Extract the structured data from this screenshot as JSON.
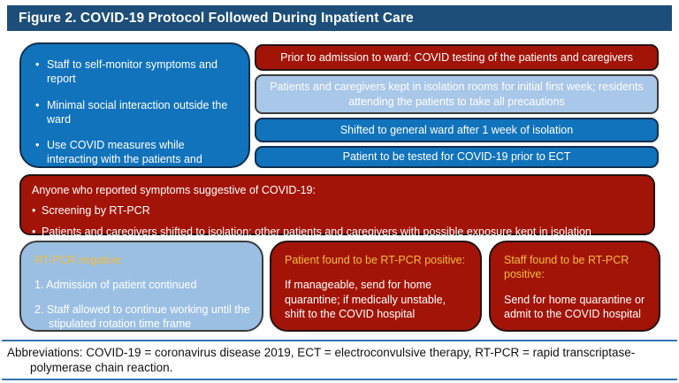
{
  "header": {
    "title": "Figure 2. COVID-19 Protocol Followed During Inpatient Care"
  },
  "staff_precautions_box": {
    "item1": "Staff to self-monitor symptoms and report",
    "item2": "Minimal social interaction outside the ward",
    "item3": "Use COVID measures while interacting with the patients and caregivers"
  },
  "admission_steps": {
    "step1": "Prior to admission to ward: COVID testing of the patients and caregivers",
    "step2": "Patients and caregivers kept in isolation rooms for initial first week; residents attending the patients to take all precautions",
    "step3": "Shifted to general ward after 1 week of isolation",
    "step4": "Patient to be tested for COVID-19 prior to ECT"
  },
  "symptoms_box": {
    "title": "Anyone who reported symptoms suggestive of COVID-19:",
    "item1": "Screening by RT-PCR",
    "item2": "Patients and caregivers shifted to isolation; other patients and caregivers with possible exposure kept in isolation"
  },
  "outcome_negative": {
    "title": "RT-PCR negative:",
    "item1": "1. Admission of patient continued",
    "item2": "2. Staff allowed to continue working until the stipulated rotation time frame"
  },
  "outcome_patient_positive": {
    "title": "Patient found to be RT-PCR positive:",
    "body": "If manageable, send for home quarantine; if medically unstable, shift to the COVID hospital"
  },
  "outcome_staff_positive": {
    "title": "Staff found to be RT-PCR positive:",
    "body": "Send for home quarantine or admit to the COVID hospital"
  },
  "footer": {
    "line1": "Abbreviations: COVID-19 = coronavirus disease 2019, ECT = electroconvulsive therapy, RT-PCR = rapid transcriptase-",
    "line2": "polymerase chain reaction."
  },
  "colors": {
    "header_bg": "#1C4E79",
    "blue_box": "#1173BB",
    "dark_red_box": "#A31408",
    "light_blue_box": "#A9C7E8",
    "highlight_yellow": "#F2BE3C",
    "rule_blue": "#2E74B5"
  }
}
